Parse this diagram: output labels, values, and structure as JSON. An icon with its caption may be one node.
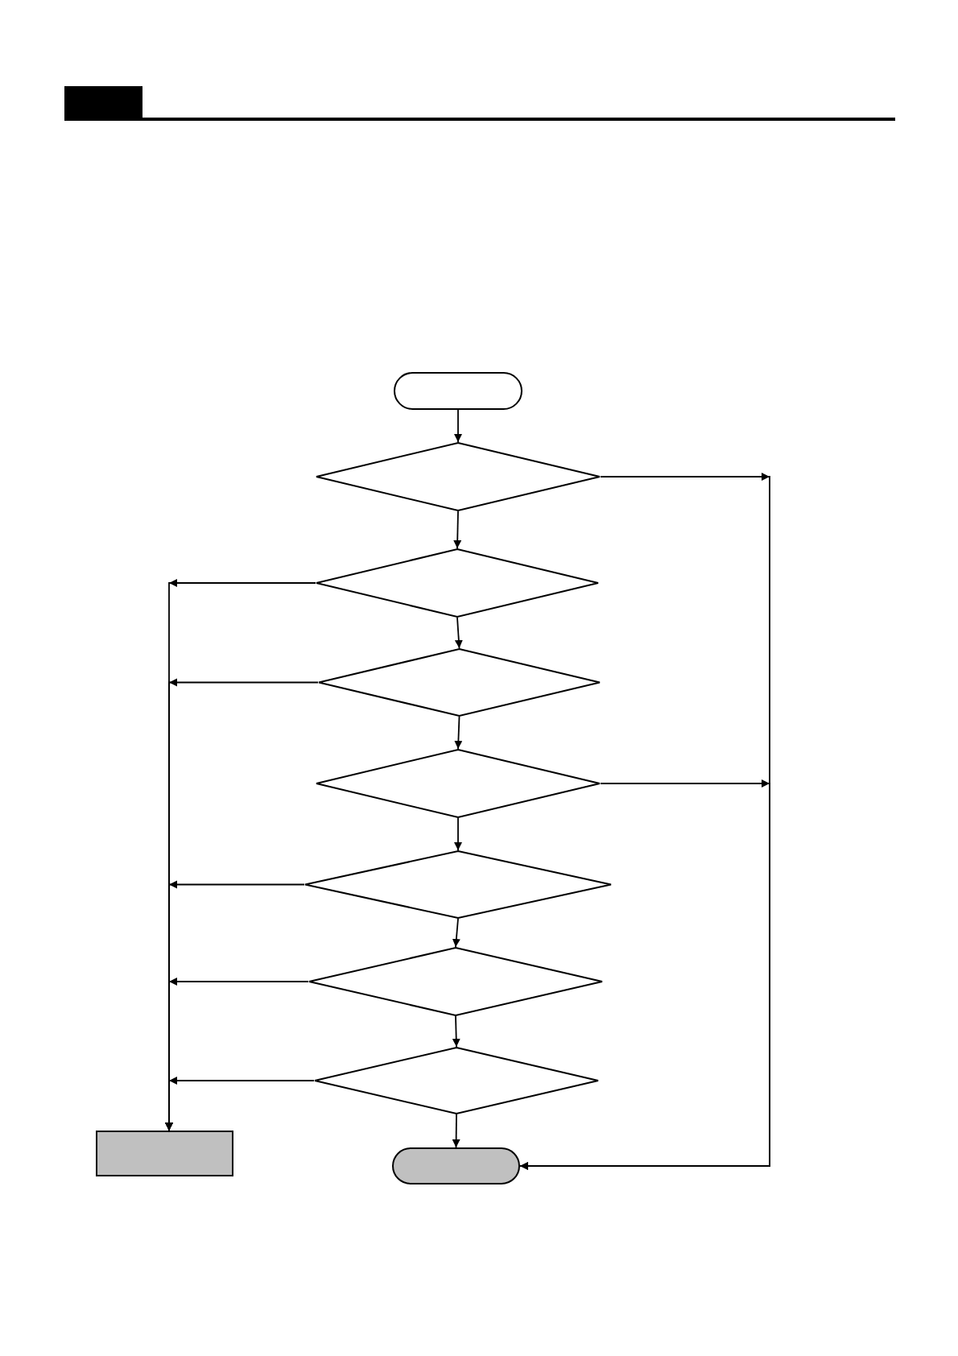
{
  "diagram": {
    "nodes": [
      {
        "text": [],
        "shape": "terminal"
      },
      {
        "text": [],
        "shape": "diamond"
      },
      {
        "text": [],
        "shape": "diamond"
      },
      {
        "text": [],
        "shape": "diamond"
      },
      {
        "text": [],
        "shape": "diamond"
      },
      {
        "text": [],
        "shape": "diamond"
      },
      {
        "text": [],
        "shape": "diamond"
      },
      {
        "text": [],
        "shape": "diamond"
      },
      {
        "text": [],
        "shape": "box"
      },
      {
        "text": [],
        "shape": "terminal"
      }
    ],
    "edges": [
      {
        "from": 0,
        "to": 1,
        "arrow": "to"
      },
      {
        "from": 1,
        "to": 2,
        "arrow": "to"
      },
      {
        "from": 2,
        "to": 3,
        "arrow": "to"
      },
      {
        "from": 3,
        "to": 4,
        "arrow": "to"
      },
      {
        "from": 4,
        "to": 5,
        "arrow": "to"
      },
      {
        "from": 5,
        "to": 6,
        "arrow": "to"
      },
      {
        "from": 6,
        "to": 7,
        "arrow": "to"
      },
      {
        "from": 7,
        "to": 9,
        "arrow": "to"
      },
      {
        "from": 1,
        "to": 9,
        "arrow": "to"
      },
      {
        "from": 4,
        "to": 9,
        "arrow": "to"
      },
      {
        "from": 2,
        "to": 8,
        "arrow": "to"
      },
      {
        "from": 3,
        "to": 8,
        "arrow": "to"
      },
      {
        "from": 5,
        "to": 8,
        "arrow": "to"
      },
      {
        "from": 6,
        "to": 8,
        "arrow": "to"
      },
      {
        "from": 7,
        "to": 8,
        "arrow": "to"
      }
    ]
  }
}
